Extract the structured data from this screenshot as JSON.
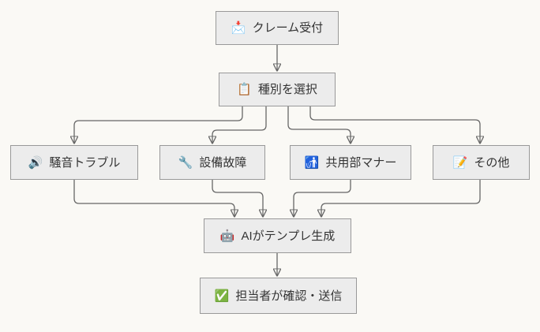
{
  "diagram": {
    "type": "flowchart",
    "direction": "top-down",
    "background_color": "#FAF9F5",
    "node_fill_color": "#ECECEC",
    "node_border_color": "#999999",
    "edge_color": "#666666",
    "arrowhead_color": "#555555",
    "text_color": "#333333",
    "nodes": [
      {
        "id": "claim-intake",
        "icon": "📩",
        "icon_name": "envelope-with-arrow-icon",
        "label": "クレーム受付"
      },
      {
        "id": "select-type",
        "icon": "📋",
        "icon_name": "clipboard-icon",
        "label": "種別を選択"
      },
      {
        "id": "noise-trouble",
        "icon": "🔊",
        "icon_name": "speaker-sound-icon",
        "label": "騒音トラブル"
      },
      {
        "id": "equipment-failure",
        "icon": "🔧",
        "icon_name": "wrench-icon",
        "label": "設備故障"
      },
      {
        "id": "common-area-manners",
        "icon": "🚮",
        "icon_name": "litter-bin-sign-icon",
        "label": "共用部マナー"
      },
      {
        "id": "other",
        "icon": "📝",
        "icon_name": "memo-pencil-icon",
        "label": "その他"
      },
      {
        "id": "ai-template",
        "icon": "🤖",
        "icon_name": "robot-icon",
        "label": "AIがテンプレ生成"
      },
      {
        "id": "confirm-send",
        "icon": "✅",
        "icon_name": "check-mark-icon",
        "label": "担当者が確認・送信"
      }
    ],
    "edges": [
      {
        "from": "claim-intake",
        "to": "select-type"
      },
      {
        "from": "select-type",
        "to": "noise-trouble"
      },
      {
        "from": "select-type",
        "to": "equipment-failure"
      },
      {
        "from": "select-type",
        "to": "common-area-manners"
      },
      {
        "from": "select-type",
        "to": "other"
      },
      {
        "from": "noise-trouble",
        "to": "ai-template"
      },
      {
        "from": "equipment-failure",
        "to": "ai-template"
      },
      {
        "from": "common-area-manners",
        "to": "ai-template"
      },
      {
        "from": "other",
        "to": "ai-template"
      },
      {
        "from": "ai-template",
        "to": "confirm-send"
      }
    ]
  }
}
